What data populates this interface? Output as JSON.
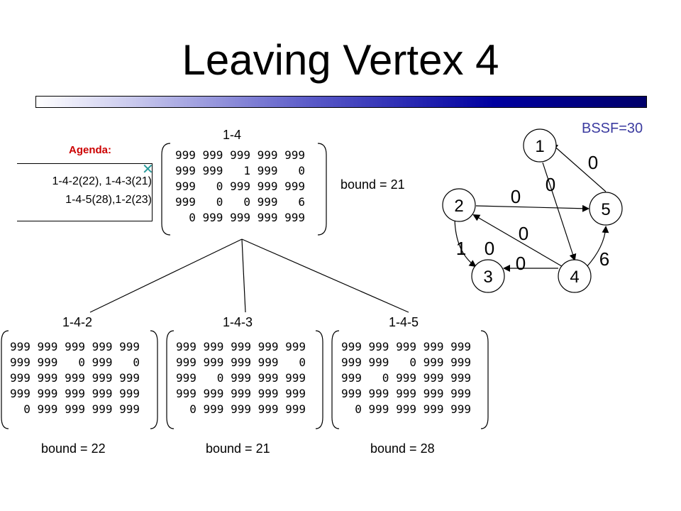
{
  "title": "Leaving Vertex 4",
  "bssf": "BSSF=30",
  "agenda": {
    "title": "Agenda:",
    "line1": "1-4-2(22), 1-4-3(21)",
    "line2": "1-4-5(28),1-2(23)",
    "marker": "✕"
  },
  "root": {
    "label": "1-4",
    "bound": "bound = 21",
    "matrix": [
      [
        "999",
        "999",
        "999",
        "999",
        "999"
      ],
      [
        "999",
        "999",
        "1",
        "999",
        "0"
      ],
      [
        "999",
        "0",
        "999",
        "999",
        "999"
      ],
      [
        "999",
        "0",
        "0",
        "999",
        "6"
      ],
      [
        "0",
        "999",
        "999",
        "999",
        "999"
      ]
    ]
  },
  "children": [
    {
      "label": "1-4-2",
      "bound": "bound = 22",
      "matrix": [
        [
          "999",
          "999",
          "999",
          "999",
          "999"
        ],
        [
          "999",
          "999",
          "0",
          "999",
          "0"
        ],
        [
          "999",
          "999",
          "999",
          "999",
          "999"
        ],
        [
          "999",
          "999",
          "999",
          "999",
          "999"
        ],
        [
          "0",
          "999",
          "999",
          "999",
          "999"
        ]
      ]
    },
    {
      "label": "1-4-3",
      "bound": "bound = 21",
      "matrix": [
        [
          "999",
          "999",
          "999",
          "999",
          "999"
        ],
        [
          "999",
          "999",
          "999",
          "999",
          "0"
        ],
        [
          "999",
          "0",
          "999",
          "999",
          "999"
        ],
        [
          "999",
          "999",
          "999",
          "999",
          "999"
        ],
        [
          "0",
          "999",
          "999",
          "999",
          "999"
        ]
      ]
    },
    {
      "label": "1-4-5",
      "bound": "bound = 28",
      "matrix": [
        [
          "999",
          "999",
          "999",
          "999",
          "999"
        ],
        [
          "999",
          "999",
          "0",
          "999",
          "999"
        ],
        [
          "999",
          "0",
          "999",
          "999",
          "999"
        ],
        [
          "999",
          "999",
          "999",
          "999",
          "999"
        ],
        [
          "0",
          "999",
          "999",
          "999",
          "999"
        ]
      ]
    }
  ],
  "graph": {
    "nodes": [
      "1",
      "2",
      "3",
      "4",
      "5"
    ],
    "edge_labels": {
      "e5_1": "0",
      "e1_4": "0",
      "e2_5": "0",
      "e4_2": "0",
      "e2_3": "1",
      "e3_label": "0",
      "e4_3": "0",
      "e4_5": "6"
    }
  }
}
